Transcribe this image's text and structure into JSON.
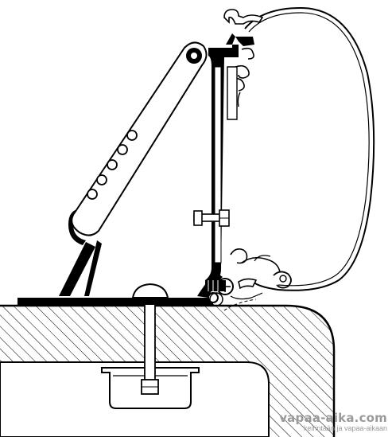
{
  "figure": {
    "components": [
      "awning-case",
      "mounting-plate",
      "support-arm",
      "base-foot",
      "bolt-nut",
      "through-bolt",
      "roof-section",
      "inner-channel"
    ]
  },
  "watermark": {
    "brand": "vapaa-aika.com",
    "tagline": "keirintään ja vapaa-aikaan"
  },
  "colors": {
    "line": "#000000",
    "fill": "#ffffff",
    "watermark": "#9a9a9a"
  }
}
